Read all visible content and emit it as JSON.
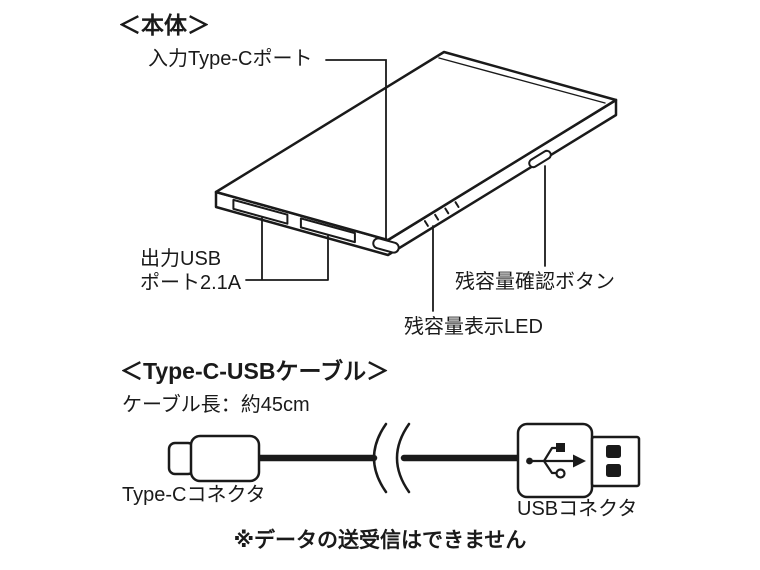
{
  "style": {
    "ink": "#1a1a1a",
    "background": "#ffffff"
  },
  "body_section": {
    "heading": "＜本体＞",
    "labels": {
      "input_type_c_port": "入力Type-Cポート",
      "output_usb_port": "出力USB\nポート2.1A",
      "capacity_check_button": "残容量確認ボタン",
      "capacity_led": "残容量表示LED"
    }
  },
  "cable_section": {
    "heading": "＜Type-C-USBケーブル＞",
    "cable_length": "ケーブル長：約45cm",
    "labels": {
      "type_c_connector": "Type-Cコネクタ",
      "usb_connector": "USBコネクタ"
    }
  },
  "footer_note": "※データの送受信はできません"
}
